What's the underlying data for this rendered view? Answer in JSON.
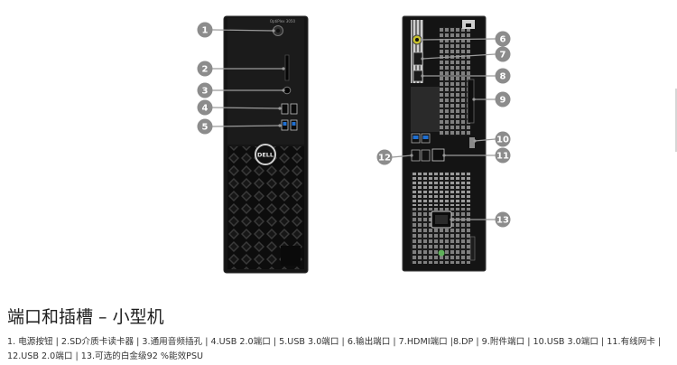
{
  "page": {
    "title": "端口和插槽 – 小型机",
    "legend": "1. 电源按钮 | 2.SD介质卡读卡器 | 3.通用音频插孔 | 4.USB 2.0端口 | 5.USB 3.0端口 | 6.输出端口 | 7.HDMI端口 |8.DP | 9.附件端口 | 10.USB 3.0端口 | 11.有线网卡 | 12.USB 2.0端口 | 13.可选的白金级92 %能效PSU"
  },
  "front": {
    "model_label": "OptiPlex 3050",
    "logo": "DELL",
    "callouts": [
      "1",
      "2",
      "3",
      "4",
      "5"
    ]
  },
  "back": {
    "callouts": [
      "6",
      "7",
      "8",
      "9",
      "10",
      "11",
      "12",
      "13"
    ]
  },
  "colors": {
    "chassis": "#151515",
    "callout": "#8c8c8c",
    "usb3": "#1f6fd1",
    "title": "#1e1e1e"
  }
}
